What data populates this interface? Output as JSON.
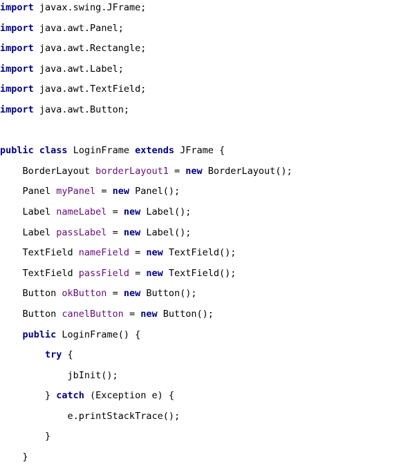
{
  "editor": {
    "colors": {
      "keyword": "#000080",
      "field": "#660e7a",
      "text": "#000000",
      "background": "#ffffff"
    },
    "lines": [
      [
        {
          "t": "import",
          "c": "kw"
        },
        {
          "t": " javax.swing.JFrame;"
        }
      ],
      [
        {
          "t": "import",
          "c": "kw"
        },
        {
          "t": " java.awt.Panel;"
        }
      ],
      [
        {
          "t": "import",
          "c": "kw"
        },
        {
          "t": " java.awt.Rectangle;"
        }
      ],
      [
        {
          "t": "import",
          "c": "kw"
        },
        {
          "t": " java.awt.Label;"
        }
      ],
      [
        {
          "t": "import",
          "c": "kw"
        },
        {
          "t": " java.awt.TextField;"
        }
      ],
      [
        {
          "t": "import",
          "c": "kw"
        },
        {
          "t": " java.awt.Button;"
        }
      ],
      [],
      [
        {
          "t": "public",
          "c": "kw"
        },
        {
          "t": " "
        },
        {
          "t": "class",
          "c": "kw"
        },
        {
          "t": " LoginFrame "
        },
        {
          "t": "extends",
          "c": "kw"
        },
        {
          "t": " JFrame {"
        }
      ],
      [
        {
          "t": "    BorderLayout "
        },
        {
          "t": "borderLayout1",
          "c": "fld"
        },
        {
          "t": " = "
        },
        {
          "t": "new",
          "c": "kw"
        },
        {
          "t": " BorderLayout();"
        }
      ],
      [
        {
          "t": "    Panel "
        },
        {
          "t": "myPanel",
          "c": "fld"
        },
        {
          "t": " = "
        },
        {
          "t": "new",
          "c": "kw"
        },
        {
          "t": " Panel();"
        }
      ],
      [
        {
          "t": "    Label "
        },
        {
          "t": "nameLabel",
          "c": "fld"
        },
        {
          "t": " = "
        },
        {
          "t": "new",
          "c": "kw"
        },
        {
          "t": " Label();"
        }
      ],
      [
        {
          "t": "    Label "
        },
        {
          "t": "passLabel",
          "c": "fld"
        },
        {
          "t": " = "
        },
        {
          "t": "new",
          "c": "kw"
        },
        {
          "t": " Label();"
        }
      ],
      [
        {
          "t": "    TextField "
        },
        {
          "t": "nameField",
          "c": "fld"
        },
        {
          "t": " = "
        },
        {
          "t": "new",
          "c": "kw"
        },
        {
          "t": " TextField();"
        }
      ],
      [
        {
          "t": "    TextField "
        },
        {
          "t": "passField",
          "c": "fld"
        },
        {
          "t": " = "
        },
        {
          "t": "new",
          "c": "kw"
        },
        {
          "t": " TextField();"
        }
      ],
      [
        {
          "t": "    Button "
        },
        {
          "t": "okButton",
          "c": "fld"
        },
        {
          "t": " = "
        },
        {
          "t": "new",
          "c": "kw"
        },
        {
          "t": " Button();"
        }
      ],
      [
        {
          "t": "    Button "
        },
        {
          "t": "canelButton",
          "c": "fld"
        },
        {
          "t": " = "
        },
        {
          "t": "new",
          "c": "kw"
        },
        {
          "t": " Button();"
        }
      ],
      [
        {
          "t": "    "
        },
        {
          "t": "public",
          "c": "kw"
        },
        {
          "t": " LoginFrame() {"
        }
      ],
      [
        {
          "t": "        "
        },
        {
          "t": "try",
          "c": "kw"
        },
        {
          "t": " {"
        }
      ],
      [
        {
          "t": "            jbInit();"
        }
      ],
      [
        {
          "t": "        } "
        },
        {
          "t": "catch",
          "c": "kw"
        },
        {
          "t": " (Exception e) {"
        }
      ],
      [
        {
          "t": "            e.printStackTrace();"
        }
      ],
      [
        {
          "t": "        }"
        }
      ],
      [
        {
          "t": "    }"
        }
      ]
    ]
  }
}
